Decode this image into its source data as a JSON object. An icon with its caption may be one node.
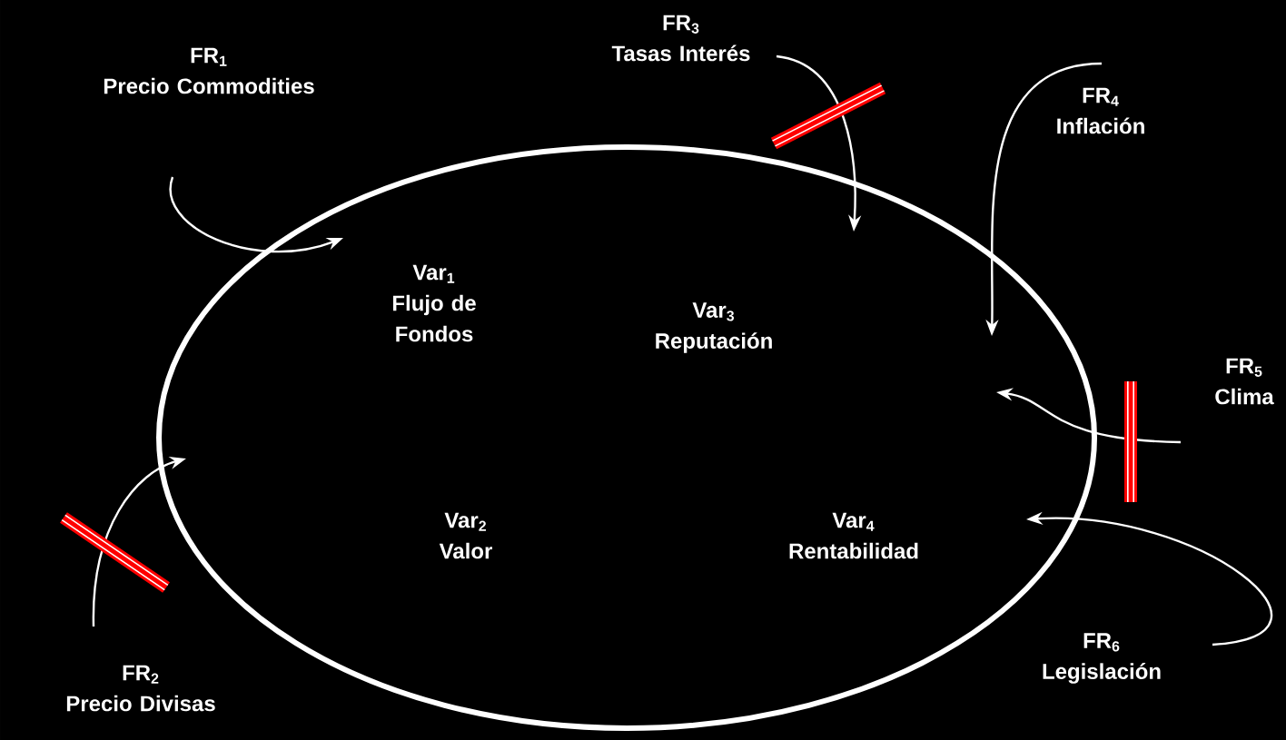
{
  "diagram": {
    "nodes": [
      {
        "text": [],
        "shape": "ellipse"
      },
      {
        "text": [
          "Var$_{1}$",
          "Flujo de Fondos"
        ],
        "in": 0
      },
      {
        "text": [
          "Var$_{3}$",
          "Reputación"
        ],
        "in": 0
      },
      {
        "text": [
          "Var$_{2}$",
          "Valor"
        ],
        "in": 0
      },
      {
        "text": [
          "Var$_{4}$",
          "Rentabilidad"
        ],
        "in": 0
      },
      {
        "text": [
          "FR$_{1}$",
          "Precio Commodities"
        ]
      },
      {
        "text": [
          "FR$_{2}$",
          "Precio Divisas"
        ]
      },
      {
        "text": [
          "FR$_{3}$",
          "Tasas Interés"
        ]
      },
      {
        "text": [
          "FR$_{4}$",
          "Inflación"
        ]
      },
      {
        "text": [
          "FR$_{5}$",
          "Clima"
        ]
      },
      {
        "text": [
          "FR$_{6}$",
          "Legislación"
        ]
      }
    ],
    "edges": [
      {
        "from": 5,
        "to": 0,
        "arrow": "to"
      },
      {
        "from": 6,
        "to": 0,
        "arrow": "to"
      },
      {
        "from": 7,
        "to": 0,
        "arrow": "to"
      },
      {
        "from": 8,
        "to": 0,
        "arrow": "to"
      },
      {
        "from": 9,
        "to": 0,
        "arrow": "to"
      },
      {
        "from": 10,
        "to": 0,
        "arrow": "to"
      }
    ]
  }
}
